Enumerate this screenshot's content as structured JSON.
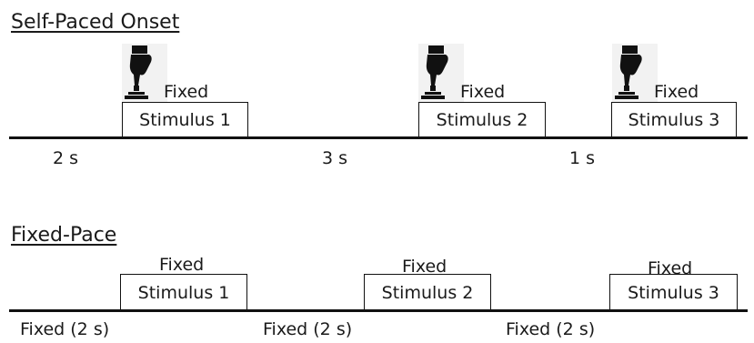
{
  "self_paced": {
    "title": "Self-Paced Onset",
    "stimuli": [
      {
        "label": "Stimulus 1",
        "tag": "Fixed"
      },
      {
        "label": "Stimulus 2",
        "tag": "Fixed"
      },
      {
        "label": "Stimulus 3",
        "tag": "Fixed"
      }
    ],
    "intervals": [
      "2 s",
      "3 s",
      "1 s"
    ],
    "icon": "hand-pressing-button-icon"
  },
  "fixed_pace": {
    "title": "Fixed-Pace",
    "stimuli": [
      {
        "label": "Stimulus 1",
        "tag": "Fixed"
      },
      {
        "label": "Stimulus 2",
        "tag": "Fixed"
      },
      {
        "label": "Stimulus 3",
        "tag": "Fixed"
      }
    ],
    "intervals": [
      "Fixed (2 s)",
      "Fixed (2 s)",
      "Fixed (2 s)"
    ]
  }
}
